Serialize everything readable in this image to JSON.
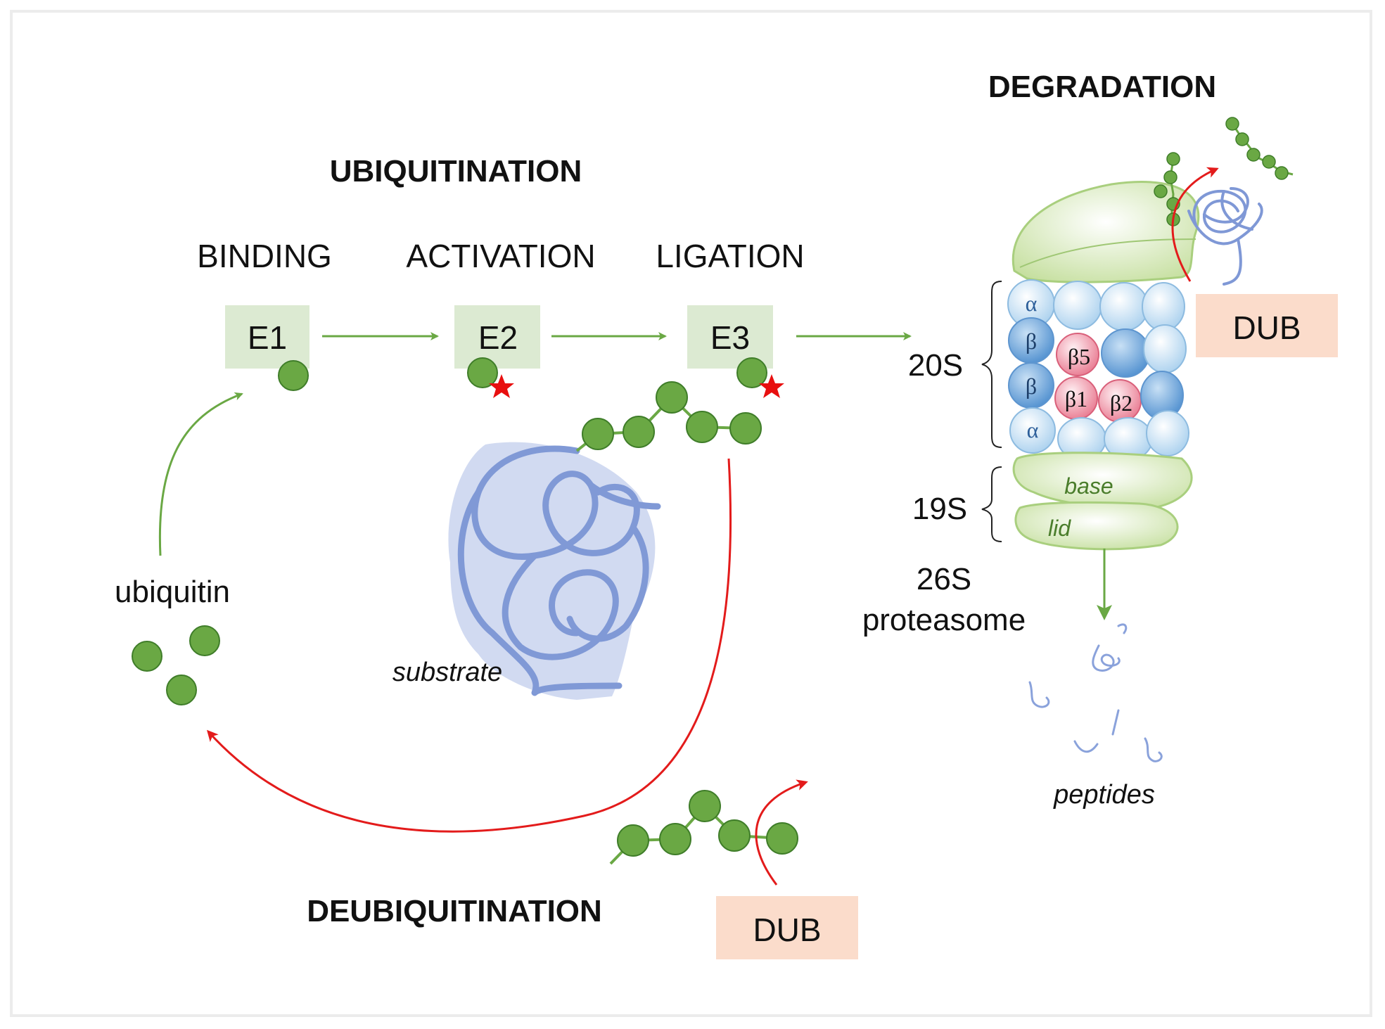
{
  "headings": {
    "ubiquitination": "UBIQUITINATION",
    "degradation": "DEGRADATION",
    "deubiquitination": "DEUBIQUITINATION"
  },
  "steps": {
    "binding": "BINDING",
    "activation": "ACTIVATION",
    "ligation": "LIGATION"
  },
  "enzymes": {
    "e1": "E1",
    "e2": "E2",
    "e3": "E3"
  },
  "labels": {
    "ubiquitin": "ubiquitin",
    "substrate": "substrate",
    "peptides": "peptides",
    "s20": "20S",
    "s19": "19S",
    "s26_line1": "26S",
    "s26_line2": "proteasome",
    "base": "base",
    "lid": "lid",
    "alpha": "α",
    "beta": "β",
    "beta5": "β5",
    "beta1": "β1",
    "beta2": "β2"
  },
  "dub": {
    "top": "DUB",
    "bottom": "DUB"
  },
  "colors": {
    "ubiquitin_green": "#6aa844",
    "arrow_green": "#6aa844",
    "arrow_red": "#e31b1b",
    "enzyme_box": "#dcead2",
    "dub_box": "#fbdccb",
    "substrate_blue": "#8fa6dc",
    "alpha_blue": "#bcdcf2",
    "beta_blue": "#6ea7db",
    "beta_red": "#f2a8bb",
    "cap_green": "#cfe3b5"
  }
}
